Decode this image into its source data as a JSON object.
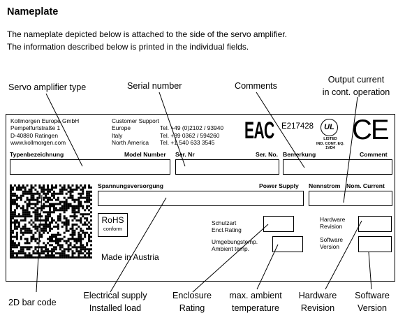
{
  "heading": "Nameplate",
  "intro": [
    "The nameplate depicted below is attached to the side of the servo amplifier.",
    "The information described below is printed in the individual fields."
  ],
  "top_captions": {
    "servo_type": "Servo amplifier type",
    "serial": "Serial number",
    "comments": "Comments",
    "output_current_1": "Output current",
    "output_current_2": "in cont. operation"
  },
  "bottom_captions": {
    "barcode": "2D bar code",
    "electrical_1": "Electrical supply",
    "electrical_2": "Installed load",
    "enclosure_1": "Enclosure",
    "enclosure_2": "Rating",
    "ambient_1": "max. ambient",
    "ambient_2": "temperature",
    "hardware_1": "Hardware",
    "hardware_2": "Revision",
    "software_1": "Software",
    "software_2": "Version"
  },
  "plate": {
    "company": [
      "Kollmorgen Europe GmbH",
      "Pempelfurtstraße 1",
      "D-40880 Ratingen",
      "www.kollmorgen.com"
    ],
    "support_title": "Customer Support",
    "support": [
      {
        "region": "Europe",
        "phone": "Tel. +49 (0)2102 / 93940"
      },
      {
        "region": "Italy",
        "phone": "Tel. +39 0362 / 594260"
      },
      {
        "region": "North America",
        "phone": "Tel. +1 540 633 3545"
      }
    ],
    "eac_mark": "EAC",
    "ul_file": "E217428",
    "ul_mark": "UL",
    "ul_listed": "LISTED",
    "ul_equipment": "IND. CONT. EQ.",
    "ul_code": "1VD4",
    "ce_mark": "CE",
    "labels": {
      "typ_de": "Typenbezeichnung",
      "typ_en": "Model Number",
      "ser_de": "Ser. Nr",
      "ser_en": "Ser. No.",
      "bem_de": "Bemerkung",
      "bem_en": "Comment",
      "supply_de": "Spannungsversorgung",
      "supply_en": "Power Supply",
      "current_de": "Nennstrom",
      "current_en": "Nom. Current",
      "rohs_1": "RoHS",
      "rohs_2": "conform",
      "schutz_1": "Schutzart",
      "schutz_2": "Encl.Rating",
      "umgeb_1": "Umgebungstemp.",
      "umgeb_2": "Ambient temp.",
      "hw_1": "Hardware",
      "hw_2": "Revision",
      "sw_1": "Software",
      "sw_2": "Version",
      "made_in": "Made in Austria"
    }
  }
}
